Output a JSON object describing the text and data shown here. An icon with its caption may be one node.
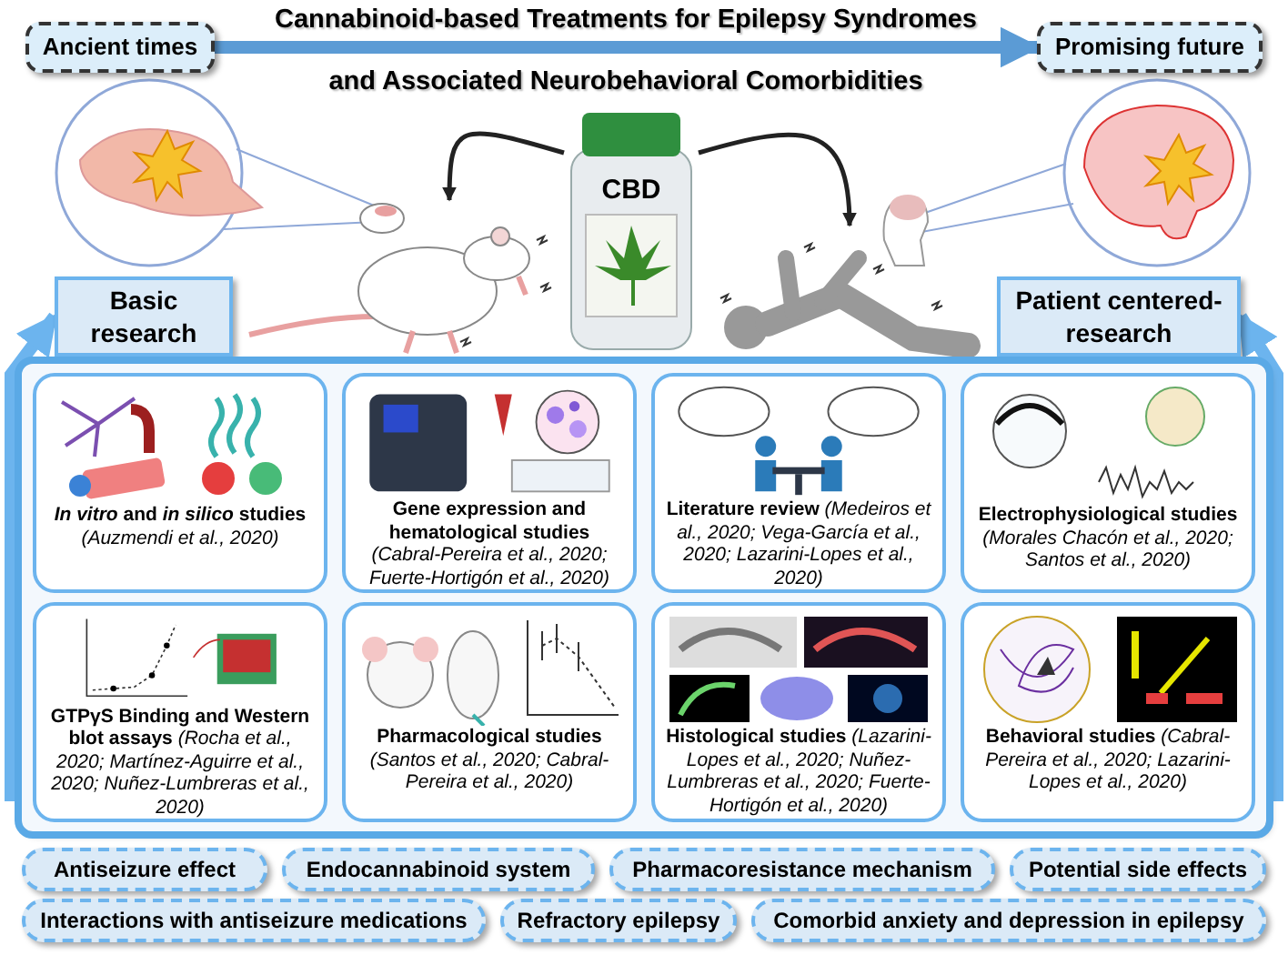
{
  "diagram": {
    "title": "Cannabinoid-based Treatments for Epilepsy Syndromes and Associated Neurobehavioral Comorbidities",
    "nodes": [
      {
        "text": [
          "Ancient times"
        ]
      },
      {
        "text": [
          "Promising future"
        ]
      },
      {
        "text": [
          "CBD"
        ]
      },
      {
        "text": [],
        "shape": "picture"
      },
      {
        "text": [],
        "shape": "picture"
      },
      {
        "text": [
          "Basic research"
        ]
      },
      {
        "text": [
          "Patient centered-research"
        ]
      },
      {
        "text": [],
        "shape": "box"
      },
      {
        "text": [
          "*In vitro* and *in silico* studies",
          "(Auzmendi et al., 2020)"
        ],
        "in": 7
      },
      {
        "text": [
          "Gene expression and hematological studies",
          "(Cabral-Pereira et al., 2020; Fuerte-Hortigón et al., 2020)"
        ],
        "in": 7
      },
      {
        "text": [
          "Literature review",
          "(Medeiros et al., 2020; Vega-García et al., 2020; Lazarini-Lopes et al., 2020)"
        ],
        "in": 7
      },
      {
        "text": [
          "Electrophysiological studies",
          "(Morales Chacón et al., 2020; Santos et al., 2020)"
        ],
        "in": 7
      },
      {
        "text": [
          "GTPγS Binding and Western blot assays",
          "(Rocha et al., 2020; Martínez-Aguirre et al., 2020; Nuñez-Lumbreras et al., 2020)"
        ],
        "in": 7
      },
      {
        "text": [
          "Pharmacological studies",
          "(Santos et al., 2020; Cabral-Pereira et al., 2020)"
        ],
        "in": 7
      },
      {
        "text": [
          "Histological studies",
          "(Lazarini-Lopes et al., 2020; Nuñez-Lumbreras et al., 2020; Fuerte-Hortigón et al., 2020)"
        ],
        "in": 7
      },
      {
        "text": [
          "Behavioral studies",
          "(Cabral-Pereira et al., 2020; Lazarini-Lopes et al., 2020)"
        ],
        "in": 7
      },
      {
        "text": [
          "Antiseizure effect"
        ]
      },
      {
        "text": [
          "Endocannabinoid system"
        ]
      },
      {
        "text": [
          "Pharmacoresistance mechanism"
        ]
      },
      {
        "text": [
          "Potential side effects"
        ]
      },
      {
        "text": [
          "Interactions with antiseizure medications"
        ]
      },
      {
        "text": [
          "Refractory epilepsy"
        ]
      },
      {
        "text": [
          "Comorbid anxiety and depression in epilepsy"
        ]
      }
    ],
    "edges": [
      {
        "from": 0,
        "to": 1,
        "arrow": "to",
        "color": "#5b9bd5"
      },
      {
        "from": 2,
        "to": 3,
        "arrow": "to",
        "color": "#222222"
      },
      {
        "from": 2,
        "to": 4,
        "arrow": "to",
        "color": "#222222"
      },
      {
        "from": 7,
        "to": 5,
        "arrow": "to",
        "color": "#6cb4ee"
      },
      {
        "from": 7,
        "to": 6,
        "arrow": "to",
        "color": "#6cb4ee"
      }
    ]
  }
}
